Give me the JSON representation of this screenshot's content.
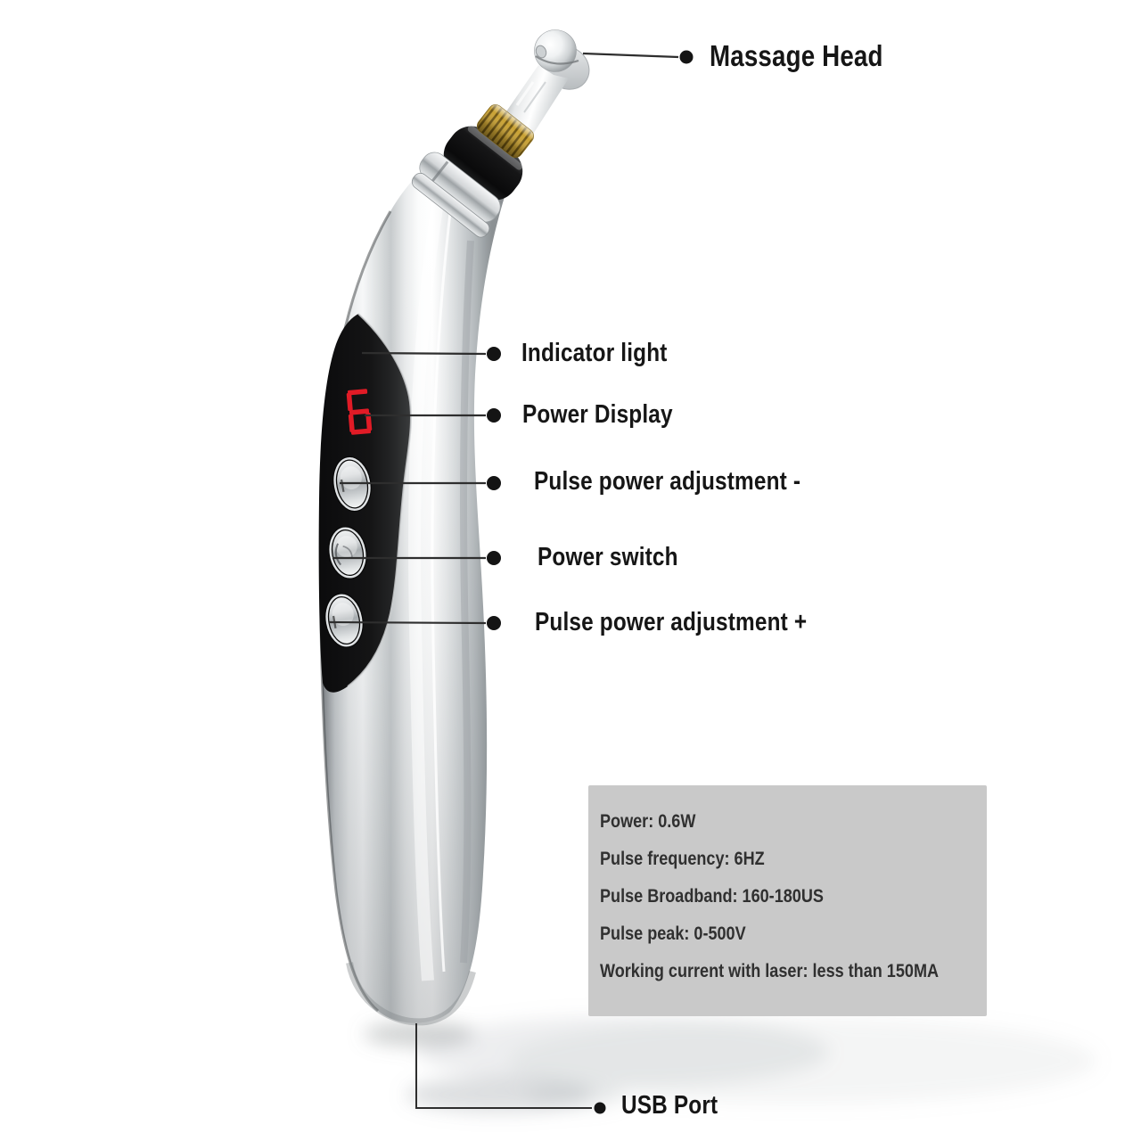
{
  "device": {
    "name": "electronic acupuncture massage pen",
    "power_display_value": "6",
    "colors": {
      "accent_gold": "#caa233",
      "led_red": "#e11b26",
      "panel_black": "#101011",
      "body_silver": "#d7dadc",
      "spec_box_bg": "#c9c9c9",
      "label_text": "#161616",
      "callout_line": "#2e2e2e"
    }
  },
  "callouts": [
    {
      "id": "massage-head",
      "label": "Massage Head"
    },
    {
      "id": "indicator-light",
      "label": "Indicator light"
    },
    {
      "id": "power-display",
      "label": "Power Display"
    },
    {
      "id": "pulse-power-adjustment-minus",
      "label": "Pulse power adjustment -"
    },
    {
      "id": "power-switch",
      "label": "Power switch"
    },
    {
      "id": "pulse-power-adjustment-plus",
      "label": "Pulse power adjustment +"
    },
    {
      "id": "usb-port",
      "label": "USB Port"
    }
  ],
  "specs": {
    "lines": [
      "Power: 0.6W",
      "Pulse frequency: 6HZ",
      "Pulse Broadband: 160-180US",
      "Pulse peak: 0-500V",
      "Working current with laser: less than 150MA"
    ]
  }
}
